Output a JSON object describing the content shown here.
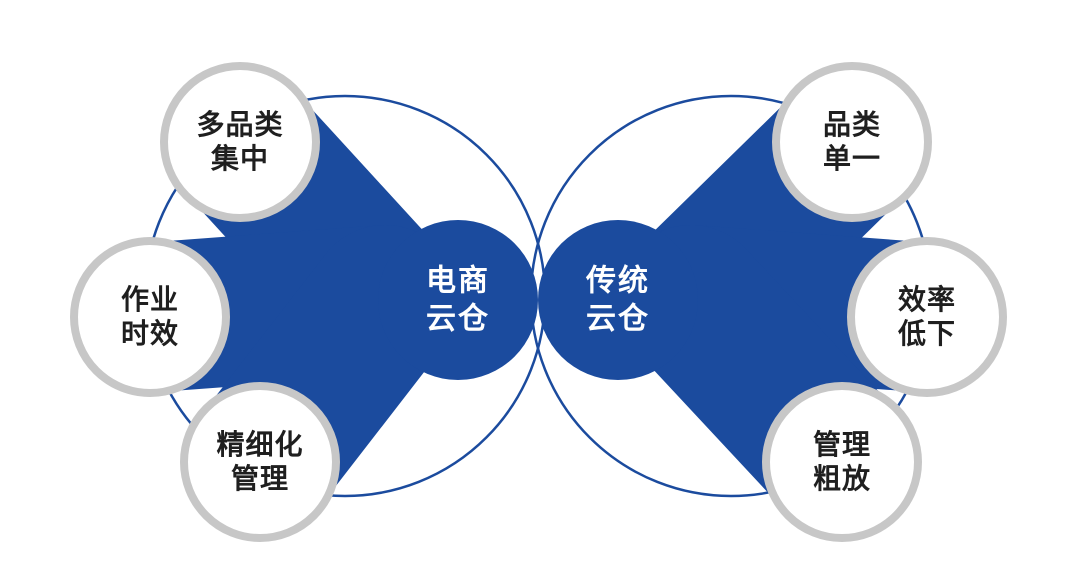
{
  "colors": {
    "primary_blue": "#1b4b9e",
    "satellite_border": "#c7c7c7",
    "satellite_text": "#1f1f1f",
    "center_text": "#ffffff",
    "background": "#ffffff"
  },
  "left_group": {
    "center": {
      "line1": "电商",
      "line2": "云仓"
    },
    "satellites": [
      {
        "line1": "多品类",
        "line2": "集中"
      },
      {
        "line1": "作业",
        "line2": "时效"
      },
      {
        "line1": "精细化",
        "line2": "管理"
      }
    ]
  },
  "right_group": {
    "center": {
      "line1": "传统",
      "line2": "云仓"
    },
    "satellites": [
      {
        "line1": "品类",
        "line2": "单一"
      },
      {
        "line1": "效率",
        "line2": "低下"
      },
      {
        "line1": "管理",
        "line2": "粗放"
      }
    ]
  }
}
